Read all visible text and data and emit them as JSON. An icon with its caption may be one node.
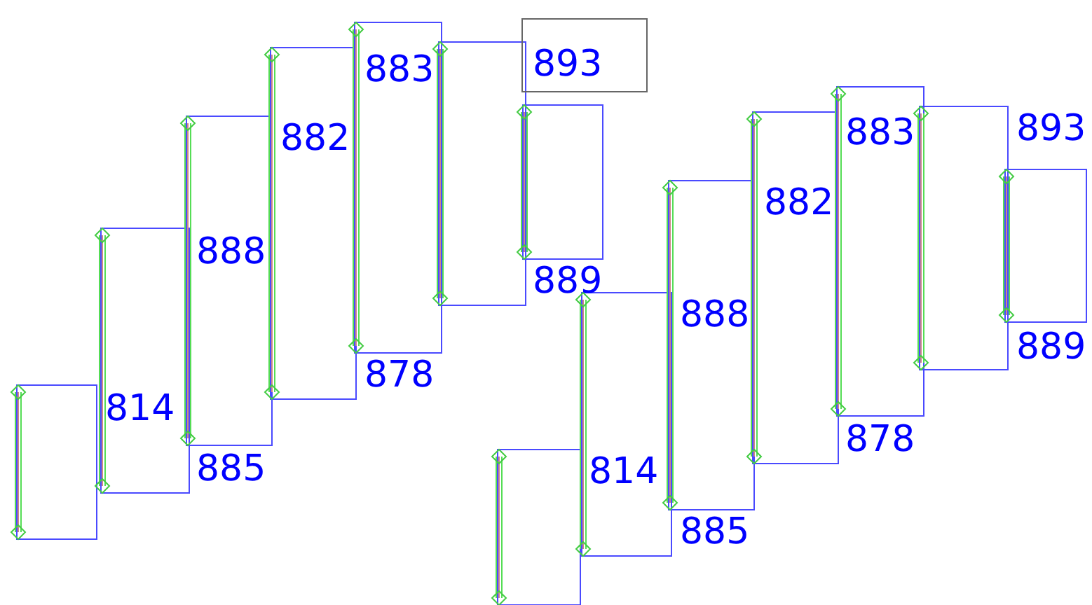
{
  "diagram": {
    "nodes": [
      {
        "text": [
          "893"
        ]
      }
    ],
    "labels": [
      "814",
      "885",
      "888",
      "882",
      "883",
      "878",
      "889",
      "814",
      "885",
      "888",
      "882",
      "878",
      "883",
      "893",
      "889"
    ]
  }
}
